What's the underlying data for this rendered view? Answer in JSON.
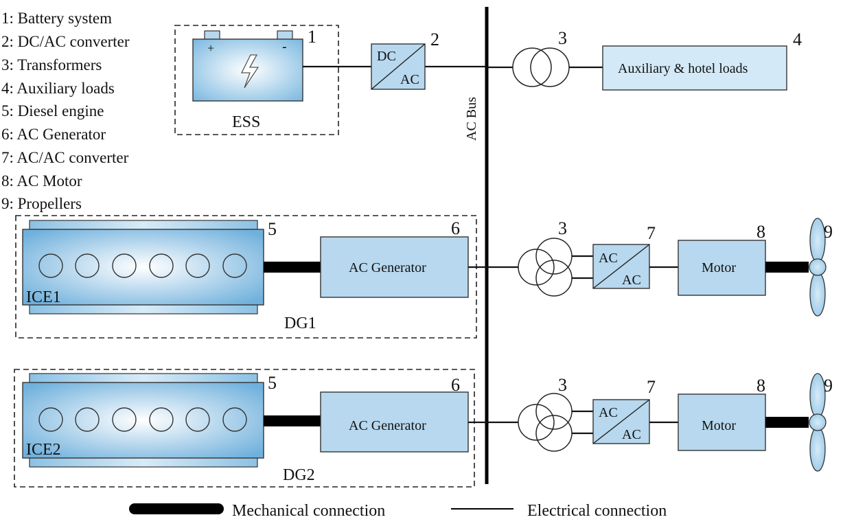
{
  "legend_list": [
    "1: Battery system",
    "2: DC/AC converter",
    "3: Transformers",
    "4: Auxiliary loads",
    "5: Diesel engine",
    "6: AC Generator",
    "7: AC/AC converter",
    "8: AC Motor",
    "9: Propellers"
  ],
  "ess": {
    "label": "ESS",
    "plus": "+",
    "minus": "-",
    "num": "1"
  },
  "dcac": {
    "top": "DC",
    "bottom": "AC",
    "num": "2"
  },
  "bus_label": "AC Bus",
  "aux": {
    "label": "Auxiliary & hotel loads",
    "trans_num": "3",
    "num": "4"
  },
  "rows": [
    {
      "engine": "ICE1",
      "group": "DG1",
      "engine_num": "5",
      "generator": "AC Generator",
      "gen_num": "6",
      "trans_num": "3",
      "conv_top": "AC",
      "conv_bottom": "AC",
      "conv_num": "7",
      "motor": "Motor",
      "motor_num": "8",
      "prop_num": "9"
    },
    {
      "engine": "ICE2",
      "group": "DG2",
      "engine_num": "5",
      "generator": "AC Generator",
      "gen_num": "6",
      "trans_num": "3",
      "conv_top": "AC",
      "conv_bottom": "AC",
      "conv_num": "7",
      "motor": "Motor",
      "motor_num": "8",
      "prop_num": "9"
    }
  ],
  "bottom_legend": {
    "mechanical": "Mechanical connection",
    "electrical": "Electrical connection"
  },
  "colors": {
    "box_fill": "#b7d8ee",
    "engine_edge": "#6fb0dc",
    "engine_center": "#ffffff"
  }
}
